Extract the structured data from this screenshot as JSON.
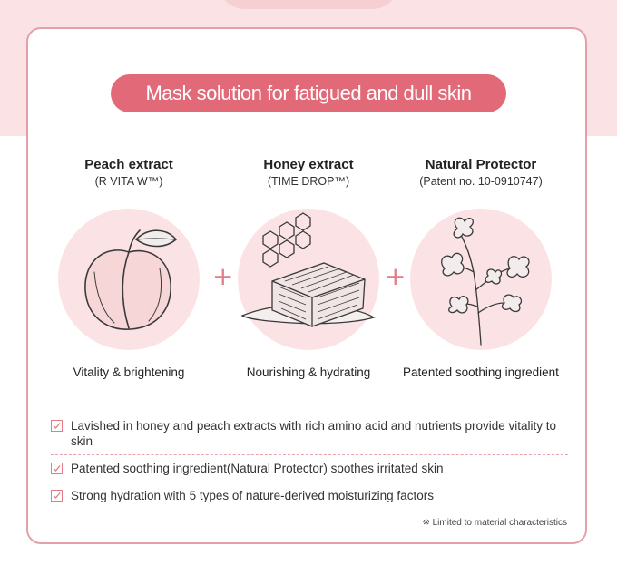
{
  "banner": "Mask solution for fatigued and dull skin",
  "ingredients": [
    {
      "name": "Peach extract",
      "sub": "(R VITA W™)",
      "caption": "Vitality & brightening",
      "icon": "peach-icon"
    },
    {
      "name": "Honey extract",
      "sub": "(TIME DROP™)",
      "caption": "Nourishing & hydrating",
      "icon": "honeycomb-icon"
    },
    {
      "name": "Natural Protector",
      "sub": "(Patent no. 10-0910747)",
      "caption": "Patented soothing ingredient",
      "icon": "herb-icon"
    }
  ],
  "plus": "+",
  "bullets": [
    "Lavished in honey and peach extracts with rich amino acid and nutrients provide vitality to skin",
    "Patented soothing ingredient(Natural Protector) soothes irritated skin",
    "Strong hydration with 5 types of nature-derived moisturizing factors"
  ],
  "note": "※ Limited to material characteristics",
  "colors": {
    "accent": "#e26a78",
    "pink_bg": "#fbe3e5",
    "border": "#e4a0a8"
  }
}
